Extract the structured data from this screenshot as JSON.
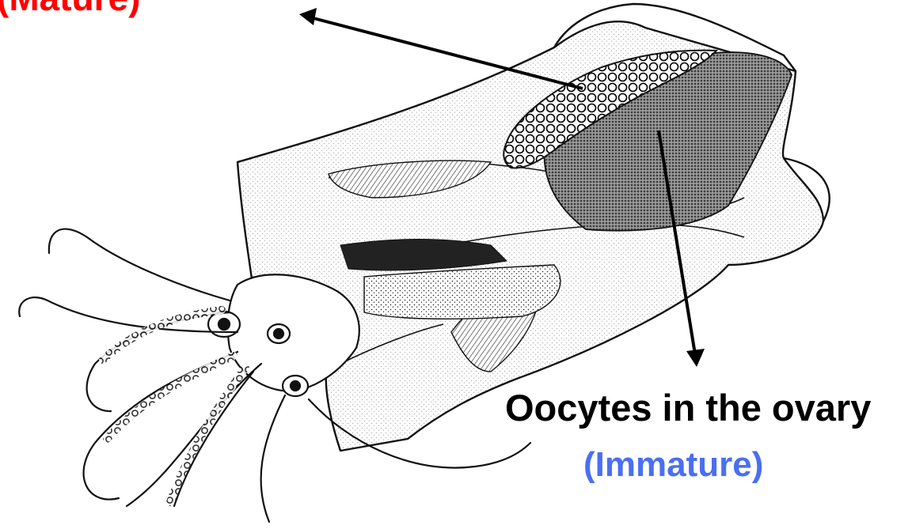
{
  "labels": {
    "top_partial": "(Mature)",
    "ovary": "Oocytes in the ovary",
    "immature": "(Immature)"
  },
  "colors": {
    "mature_label": "#ff0000",
    "ovary_label": "#000000",
    "immature_label": "#4a6ff0",
    "line_art": "#111111",
    "background": "#ffffff"
  },
  "icons": {
    "subject": "squid-illustration",
    "arrow_to_mature": "arrow-icon",
    "arrow_to_immature": "arrow-icon"
  }
}
